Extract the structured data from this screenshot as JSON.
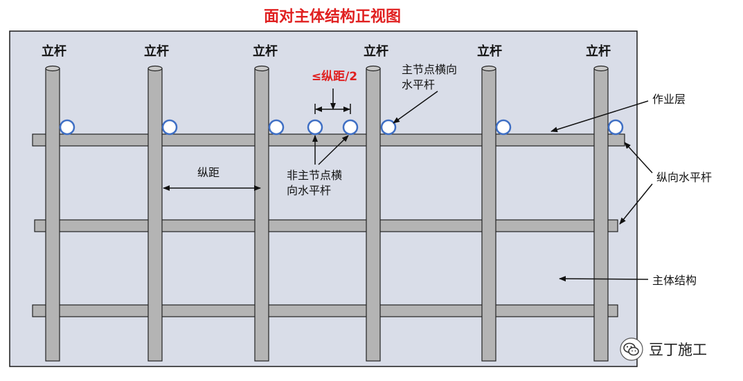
{
  "title": "面对主体结构正视图",
  "labels": {
    "uprights": [
      "立杆",
      "立杆",
      "立杆",
      "立杆",
      "立杆",
      "立杆"
    ],
    "spacing_limit": "≤纵距/2",
    "main_node_transverse": [
      "主节点横向",
      "水平杆"
    ],
    "working_layer": "作业层",
    "longitudinal_spacing": "纵距",
    "non_main_node_transverse": [
      "非主节点横",
      "向水平杆"
    ],
    "longitudinal_bar": "纵向水平杆",
    "main_structure": "主体结构"
  },
  "watermark": {
    "text": "豆丁施工",
    "icon": "wechat-icon"
  },
  "colors": {
    "wall_fill": "#d9dde8",
    "pipe_fill": "#b4b4b4",
    "pipe_stroke": "#222222",
    "ring_stroke": "#3f6fc4",
    "title_red": "#e02020",
    "annotation_red": "#e02020"
  }
}
